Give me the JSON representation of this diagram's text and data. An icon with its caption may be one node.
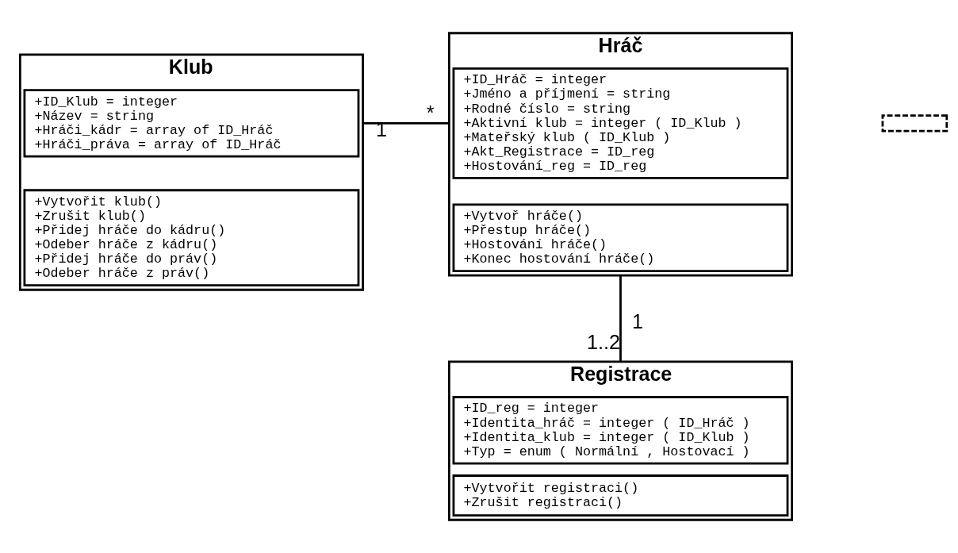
{
  "diagram": {
    "nodes": [
      {
        "text": [
          "Klub"
        ]
      },
      {
        "text": [
          "+ID_Klub = integer",
          "+Název = string",
          "+Hráči_kádr = array of ID_Hráč",
          "+Hráči_práva = array of ID_Hráč"
        ],
        "in": 0
      },
      {
        "text": [
          "+Vytvořit klub()",
          "+Zrušit klub()",
          "+Přidej hráče do kádru()",
          "+Odeber hráče z kádru()",
          "+Přidej hráče do práv()",
          "+Odeber hráče z práv()"
        ],
        "in": 0
      },
      {
        "text": [
          "Hráč"
        ]
      },
      {
        "text": [
          "+ID_Hráč = integer",
          "+Jméno a příjmení = string",
          "+Rodné číslo = string",
          "+Aktivní klub = integer ( ID_Klub )",
          "+Mateřský klub ( ID_Klub )",
          "+Akt_Registrace = ID_reg",
          "+Hostování_reg = ID_reg"
        ],
        "in": 3
      },
      {
        "text": [
          "+Vytvoř hráče()",
          "+Přestup hráče()",
          "+Hostování hráče()",
          "+Konec hostování hráče()"
        ],
        "in": 3
      },
      {
        "text": [],
        "shape": "box"
      },
      {
        "text": [
          "Registrace"
        ]
      },
      {
        "text": [
          "+ID_reg = integer",
          "+Identita_hráč = integer ( ID_Hráč )",
          "+Identita_klub = integer ( ID_Klub )",
          "+Typ = enum ( Normální , Hostovací )"
        ],
        "in": 7
      },
      {
        "text": [
          "+Vytvořit registraci()",
          "+Zrušit registraci()"
        ],
        "in": 7
      }
    ],
    "edges": [
      {
        "from": 0,
        "to": 3,
        "arrow": "none"
      },
      {
        "from": 3,
        "to": 7,
        "arrow": "none"
      }
    ],
    "labels": [
      "1",
      "*",
      "1",
      "1..2"
    ]
  }
}
